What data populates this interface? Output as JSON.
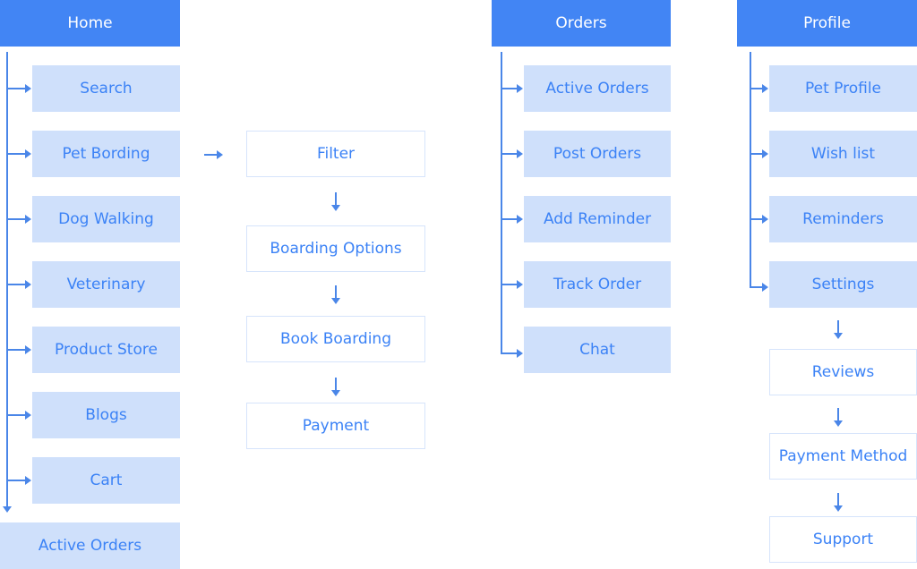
{
  "home": {
    "header": "Home",
    "items": [
      "Search",
      "Pet Bording",
      "Dog Walking",
      "Veterinary",
      "Product Store",
      "Blogs",
      "Cart"
    ],
    "bottom": "Active Orders"
  },
  "boarding_flow": {
    "steps": [
      "Filter",
      "Boarding Options",
      "Book Boarding",
      "Payment"
    ]
  },
  "orders": {
    "header": "Orders",
    "items": [
      "Active Orders",
      "Post Orders",
      "Add Reminder",
      "Track Order",
      "Chat"
    ]
  },
  "profile": {
    "header": "Profile",
    "items": [
      "Pet Profile",
      "Wish list",
      "Reminders",
      "Settings"
    ],
    "settings_flow": [
      "Reviews",
      "Payment Method",
      "Support"
    ]
  },
  "colors": {
    "header_bg": "#4285f4",
    "filled_box": "#cfe0fb",
    "text": "#3b82f6",
    "connector": "#4a86e8"
  }
}
